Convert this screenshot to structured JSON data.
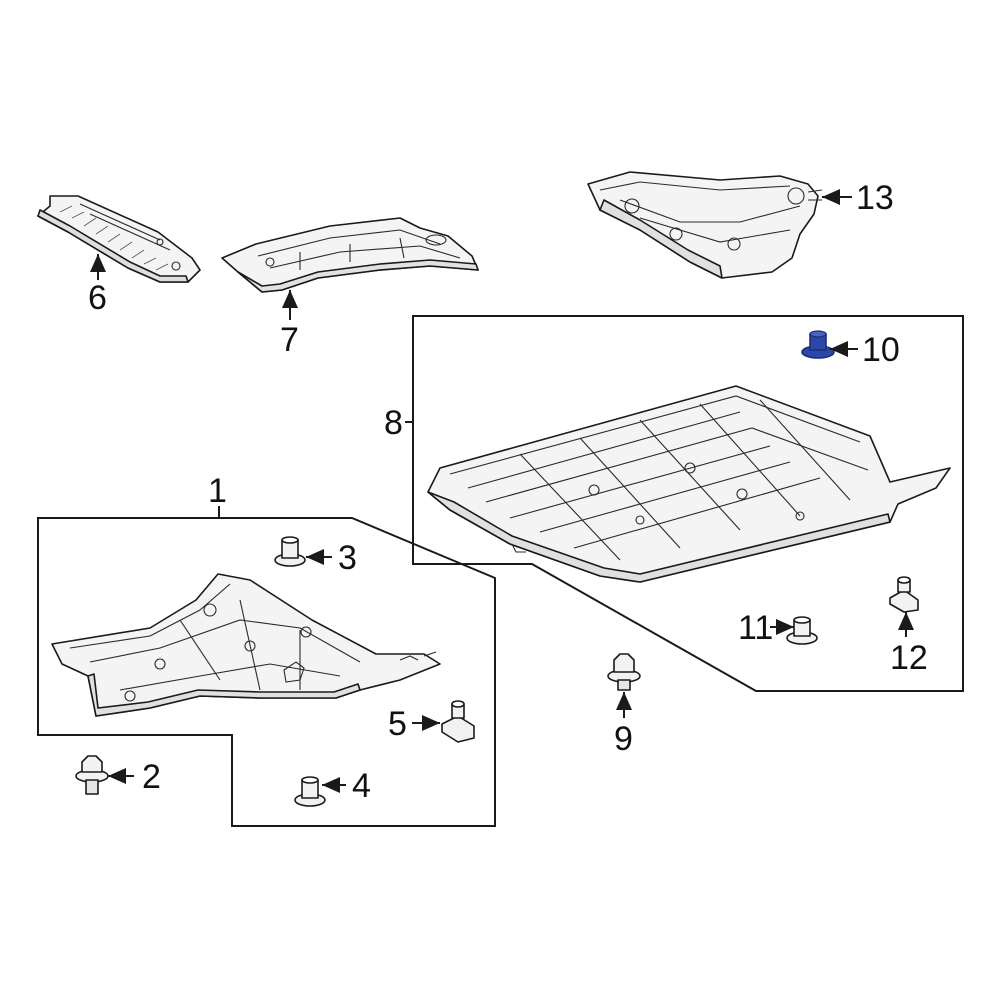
{
  "callouts": {
    "c1": "1",
    "c2": "2",
    "c3": "3",
    "c4": "4",
    "c5": "5",
    "c6": "6",
    "c7": "7",
    "c8": "8",
    "c9": "9",
    "c10": "10",
    "c11": "11",
    "c12": "12",
    "c13": "13"
  },
  "colors": {
    "line": "#1a1a1a",
    "part_fill": "#f4f4f4",
    "shade": "#dcdcdc",
    "highlight": "#2c47a6",
    "highlight_dark": "#1a2f7a"
  }
}
